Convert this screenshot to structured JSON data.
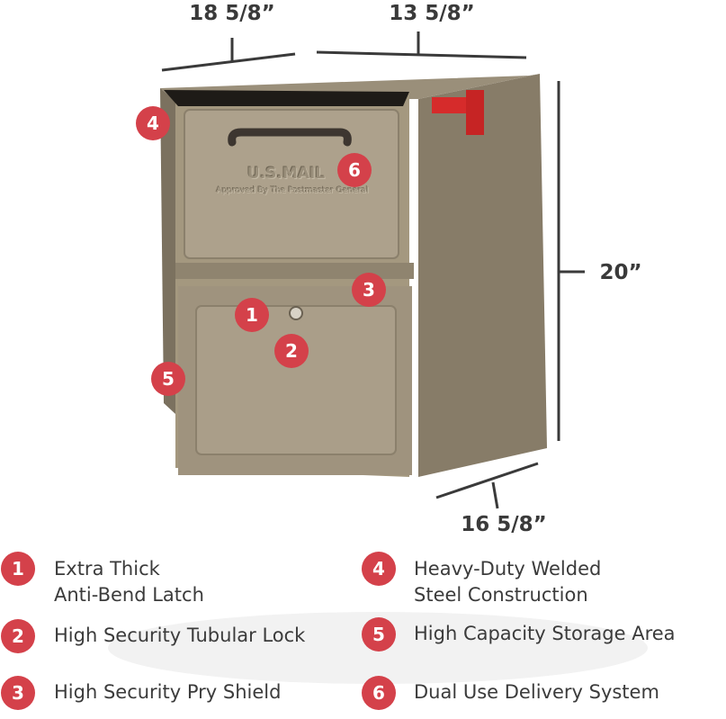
{
  "dimensions": {
    "width_top": "18 5/8”",
    "depth_top": "13 5/8”",
    "height": "20”",
    "depth_bottom": "16 5/8”"
  },
  "mailbox": {
    "emboss_title": "U.S.MAIL",
    "emboss_sub": "Approved By The Postmaster General"
  },
  "callouts": [
    "1",
    "2",
    "3",
    "4",
    "5",
    "6"
  ],
  "features": [
    {
      "num": "1",
      "line1": "Extra Thick",
      "line2": "Anti-Bend Latch"
    },
    {
      "num": "2",
      "line1": "High Security Tubular Lock"
    },
    {
      "num": "3",
      "line1": "High Security Pry Shield"
    },
    {
      "num": "4",
      "line1": "Heavy-Duty Welded",
      "line2": "Steel Construction"
    },
    {
      "num": "5",
      "line1": "High Capacity Storage Area"
    },
    {
      "num": "6",
      "line1": "Dual Use Delivery System"
    }
  ],
  "colors": {
    "badge": "#d4414a",
    "body": "#8c826f",
    "front": "#a79b87",
    "flag": "#d62b2b"
  }
}
